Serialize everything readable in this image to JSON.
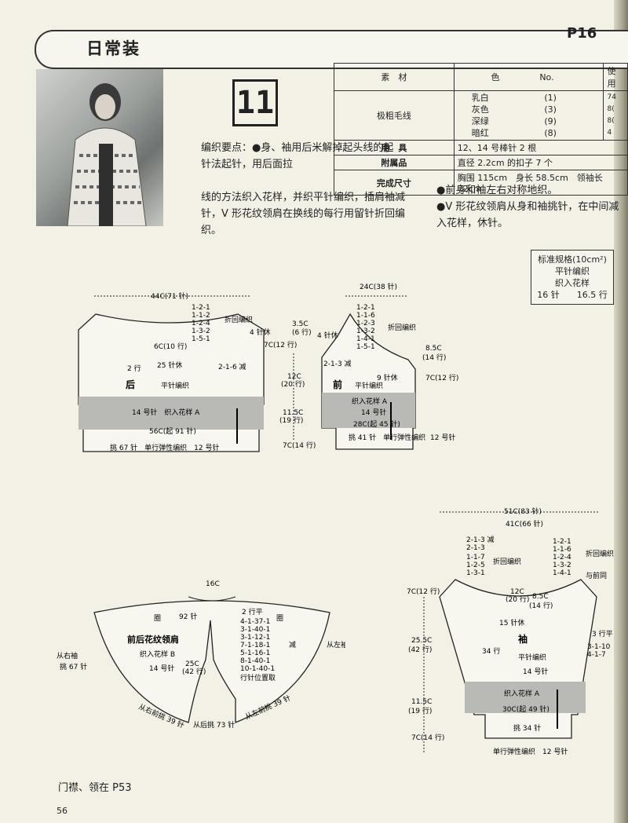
{
  "header": {
    "section_title": "日常装",
    "page_code": "P16"
  },
  "pattern_number": "11",
  "materials": {
    "head_material": "素　材",
    "head_color": "色",
    "head_no": "No.",
    "head_use": "使用",
    "yarn": "极粗毛线",
    "colors": [
      {
        "name": "乳白",
        "no": "(1)",
        "use": "74"
      },
      {
        "name": "灰色",
        "no": "(3)",
        "use": "8("
      },
      {
        "name": "深绿",
        "no": "(9)",
        "use": "8("
      },
      {
        "name": "暗红",
        "no": "(8)",
        "use": "4"
      }
    ],
    "tools_label": "用　具",
    "tools_value": "12、14 号棒针 2 根",
    "acc_label": "附属品",
    "acc_value": "直径 2.2cm 的扣子 7 个",
    "size_label": "完成尺寸",
    "size_value": "胸围 115cm　身长 58.5cm　领袖长 72cm"
  },
  "tips": {
    "line1": "编织要点：●身、袖用后米解掉起头线的起针法起针，用后面拉",
    "line2": "线的方法织入花样，并织平针编织，插肩袖减针，V 形花纹领肩在换线的每行用留针折回编织。"
  },
  "notes": {
    "line1": "●前身和袖左右对称地织。",
    "line2": "●V 形花纹领肩从身和袖挑针，在中间减入花样，休针。"
  },
  "gauge": {
    "title": "标准规格(10cm²)",
    "line1": "平针编织",
    "line2": "织入花样",
    "stitches": "16 针",
    "rows": "16.5 行"
  },
  "back": {
    "width_top": "44C(71 针)",
    "label": "后",
    "flat": "平针编织",
    "pattern": "14 号针　织入花样 A",
    "bottom": "56C(起 91 针)",
    "rib": "挑 67 针　单行弹性编织　12 号针",
    "neck_rows": "6C(10 行)",
    "neck_rest": "25 针休",
    "two_rows": "2 行",
    "dec": "2-1-6 减",
    "turn": [
      "1-2-1",
      "1-1-2",
      "1-2-4",
      "1-3-2",
      "1-5-1"
    ],
    "turn_label": "折回编织",
    "shoulder": "4 针休"
  },
  "front": {
    "width_top": "24C(38 针)",
    "label": "前",
    "flat": "平针编织",
    "pattern": "织入花样 A",
    "needle": "14 号针",
    "bottom": "28C(起 45 针)",
    "rib": "挑 41 针　单行弹性编织",
    "rib_needle": "12 号针",
    "rest": "9 针休",
    "dec": "2-1-3 减",
    "shoulder": "4 针休",
    "turn": [
      "1-2-1",
      "1-1-6",
      "1-2-3",
      "1-3-2",
      "1-4-1",
      "1-5-1"
    ],
    "turn_label": "折回编织"
  },
  "body_dims": {
    "a": "3.5C",
    "a2": "(6 行)",
    "b": "7C(12 行)",
    "c": "12C",
    "c2": "(20 行)",
    "d": "11.5C",
    "d2": "(19 行)",
    "e": "7C(14 行)",
    "f": "8.5C",
    "f2": "(14 行)",
    "g": "7C(12 行)"
  },
  "collar": {
    "width": "16C",
    "title": "前后花纹领肩",
    "pattern": "织入花样 B",
    "needle": "14 号针",
    "depth": "25C",
    "depth2": "(42 行)",
    "circle_a": "圈",
    "circle_b": "圈",
    "stitches": "92 针",
    "two_rows": "2 行平",
    "steps": [
      "4-1-37-1",
      "3-1-40-1",
      "3-1-12-1",
      "7-1-18-1",
      "5-1-16-1",
      "8-1-40-1",
      "10-1-40-1"
    ],
    "dec": "减",
    "marker": "行针位置取",
    "right_cuff": "从右袖",
    "right_pick": "挑 67 针",
    "left_cuff": "从左袖",
    "right_front": "从右前挑 39 针",
    "left_front": "从左前挑 39 针",
    "back_pick": "从后挑 73 针"
  },
  "sleeve": {
    "width1": "51C(83 针)",
    "width2": "41C(66 针)",
    "label": "袖",
    "flat": "平针编织",
    "needle": "14 号针",
    "pattern": "织入花样 A",
    "bottom": "30C(起 49 针)",
    "rib": "单行弹性编织　12 号针",
    "pick": "挑 34 针",
    "rest": "15 针休",
    "top_dec": [
      "2-1-3 减",
      "2-1-3"
    ],
    "left_turn": [
      "1-1-7",
      "1-2-5",
      "1-3-1"
    ],
    "left_turn_label": "折回编织",
    "right_turn": [
      "1-2-1",
      "1-1-6",
      "1-2-4",
      "1-3-2",
      "1-4-1"
    ],
    "right_turn_label": "折回编织",
    "with_front": "与前同",
    "d1": "7C(12 行)",
    "d2": "12C",
    "d2b": "(20 行)",
    "d3": "8.5C",
    "d3b": "(14 行)",
    "d4": "25.5C",
    "d4b": "(42 行)",
    "d5": "11.5C",
    "d5b": "(19 行)",
    "d6": "7C(14 行)",
    "side_rows": "34 行",
    "side_inc": [
      "3 行平",
      "3-1-10",
      "4-1-7"
    ]
  },
  "footer": {
    "ref": "门襟、领在 P53",
    "page": "56"
  }
}
